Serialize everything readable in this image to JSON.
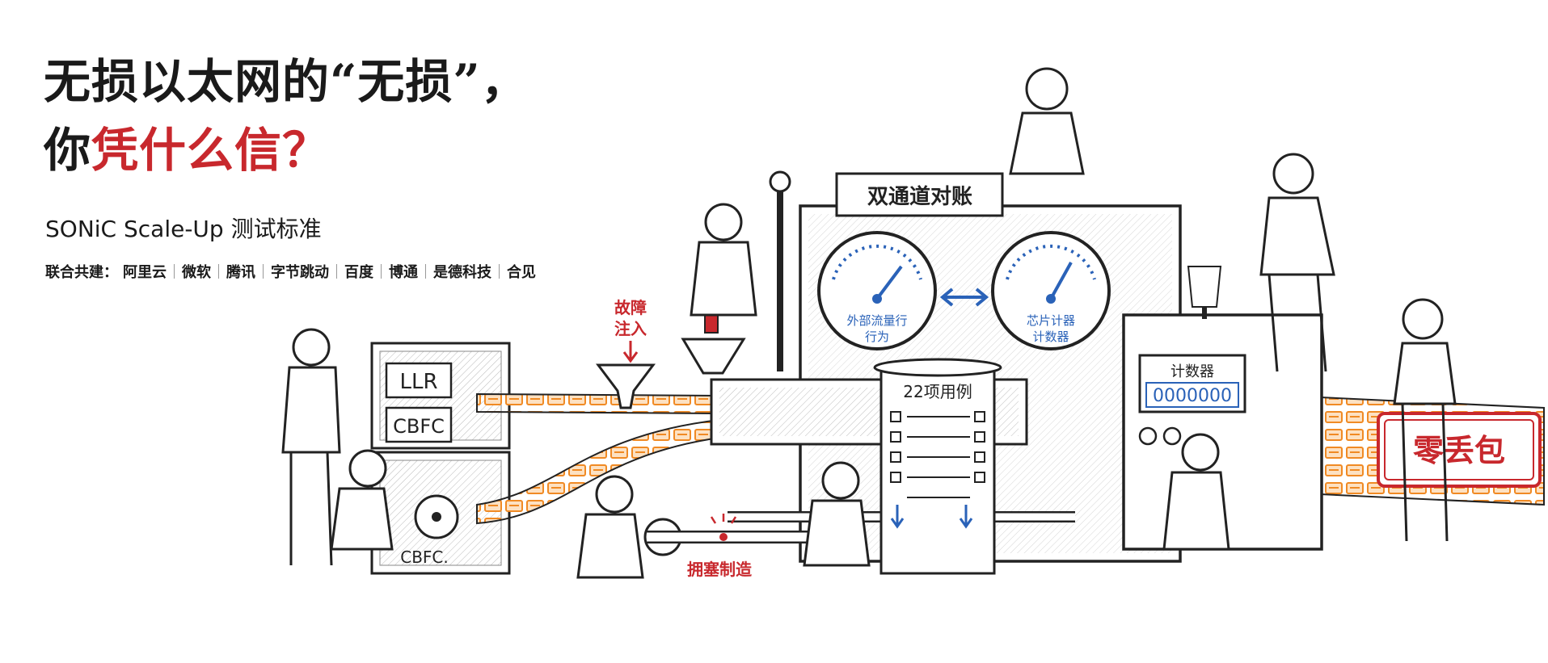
{
  "headline": {
    "line1": "无损以太网的“无损”，",
    "line2_start": "你",
    "line2_accent": "凭什么信？"
  },
  "subtitle": "SONiC Scale-Up 测试标准",
  "partners": {
    "prefix": "联合共建：",
    "names": [
      "阿里云",
      "微软",
      "腾讯",
      "字节跳动",
      "百度",
      "博通",
      "是德科技",
      "合见"
    ]
  },
  "illustration": {
    "box_llr": "LLR",
    "box_cbfc": "CBFC",
    "box_cbfc2": "CBFC.",
    "fault_injection": [
      "故障",
      "注入"
    ],
    "congestion": "拥塞制造",
    "sign_reconcile": "双通道对账",
    "gauge_left": [
      "外部流量行",
      "行为"
    ],
    "gauge_right": [
      "芯片计器",
      "计数器"
    ],
    "scroll_title": "22项用例",
    "counter_label": "计数器",
    "counter_value": "0000000",
    "banner": "零丢包"
  },
  "colors": {
    "accent_red": "#c8282d",
    "packet_orange": "#f08a24",
    "gauge_blue": "#2a62b8",
    "line": "#222222"
  }
}
